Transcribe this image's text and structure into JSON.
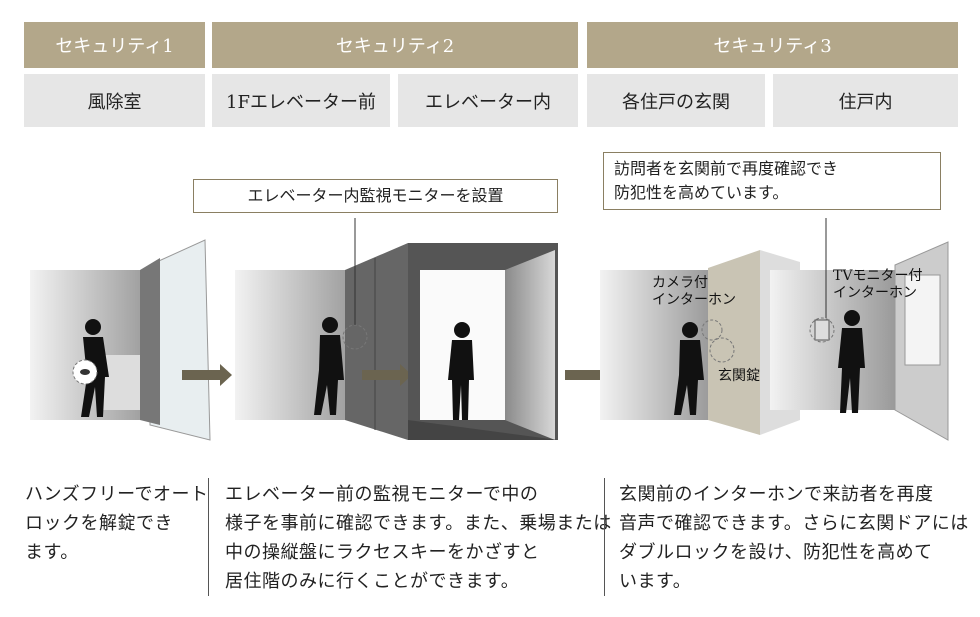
{
  "headers": [
    "セキュリティ1",
    "セキュリティ2",
    "セキュリティ3"
  ],
  "locations": [
    "風除室",
    "1Fエレベーター前",
    "エレベーター内",
    "各住戸の玄関",
    "住戸内"
  ],
  "callouts": {
    "elevator_monitor": "エレベーター内監視モニターを設置",
    "door_check": [
      "訪問者を玄関前で再度確認でき",
      "防犯性を高めています。"
    ]
  },
  "labels": {
    "camera_intercom": [
      "カメラ付",
      "インターホン"
    ],
    "door_lock": "玄関錠",
    "tv_intercom": [
      "TVモニター付",
      "インターホン"
    ]
  },
  "descriptions": [
    [
      "ハンズフリーでオート",
      "ロックを解錠でき",
      "ます。"
    ],
    [
      "エレベーター前の監視モニターで中の",
      "様子を事前に確認できます。また、乗場または",
      "中の操縦盤にラクセスキーをかざすと",
      "居住階のみに行くことができます。"
    ],
    [
      "玄関前のインターホンで来訪者を再度",
      "音声で確認できます。さらに玄関ドアには",
      "ダブルロックを設け、防犯性を高めて",
      "います。"
    ]
  ],
  "colors": {
    "header": "#b3a78a",
    "sub": "#e6e6e6"
  }
}
